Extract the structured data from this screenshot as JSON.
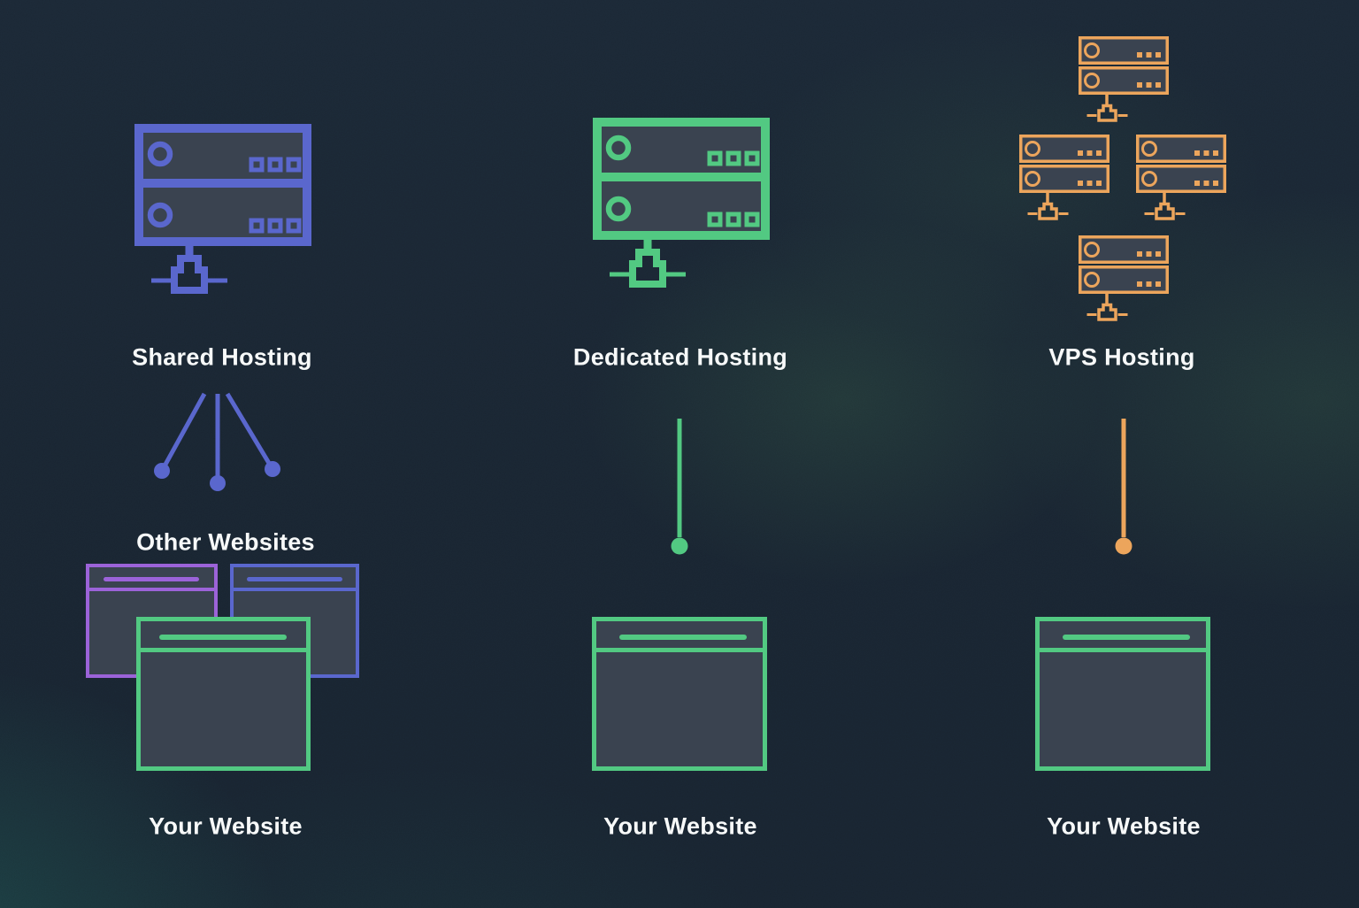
{
  "diagram": {
    "columns": [
      {
        "id": "shared-hosting",
        "title": "Shared Hosting",
        "accent_color": "#5a67cd",
        "server_count": 1,
        "connection_style": "fan-3-lines-with-dots",
        "connection_label": "Other Websites",
        "other_website_colors": [
          "#9c63d9",
          "#5a67cd"
        ],
        "bottom_label": "Your Website"
      },
      {
        "id": "dedicated-hosting",
        "title": "Dedicated Hosting",
        "accent_color": "#52c982",
        "server_count": 1,
        "connection_style": "single-line-with-dot",
        "bottom_label": "Your Website"
      },
      {
        "id": "vps-hosting",
        "title": "VPS Hosting",
        "accent_color": "#eca55c",
        "server_count": 4,
        "connection_style": "single-line-with-dot",
        "bottom_label": "Your Website"
      }
    ],
    "website_window_color": "#52c982"
  },
  "icons": {
    "server": "server-rack-icon",
    "network_plug": "ethernet-plug-icon",
    "browser": "browser-window-icon",
    "connector": "line-dot-connector-icon",
    "noise": "noise-texture"
  },
  "palette": {
    "background": "#192430",
    "panel_fill": "#3a4350",
    "indigo": "#5a67cd",
    "violet": "#9c63d9",
    "green": "#52c982",
    "orange": "#eca55c",
    "text": "#f7f9f9"
  }
}
